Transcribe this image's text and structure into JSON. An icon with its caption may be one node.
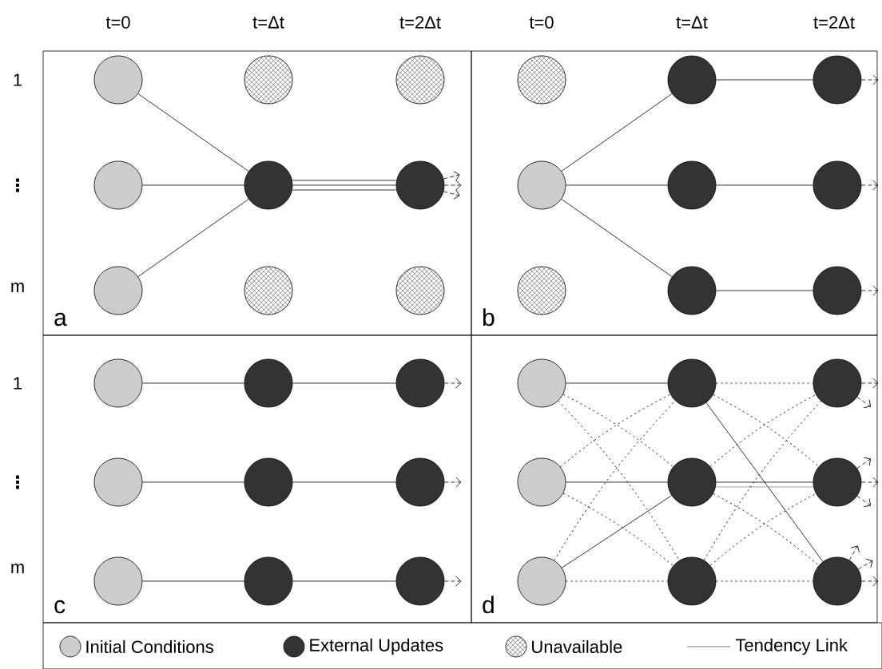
{
  "diagram": {
    "nodes": [
      {
        "text": [
          "a"
        ]
      },
      {
        "text": [
          "b"
        ]
      },
      {
        "text": [
          "c"
        ]
      },
      {
        "text": [
          "d"
        ]
      },
      {
        "text": [],
        "shape": "circle",
        "in": 0
      },
      {
        "text": [],
        "shape": "circle",
        "in": 0
      },
      {
        "text": [],
        "shape": "circle",
        "in": 0
      },
      {
        "text": [],
        "shape": "circle",
        "in": 0
      },
      {
        "text": [],
        "shape": "circle",
        "in": 0
      },
      {
        "text": [],
        "shape": "circle",
        "in": 0
      },
      {
        "text": [],
        "shape": "circle",
        "in": 0
      },
      {
        "text": [],
        "shape": "circle",
        "in": 0
      },
      {
        "text": [],
        "shape": "circle",
        "in": 0
      },
      {
        "text": [],
        "shape": "circle",
        "in": 1
      },
      {
        "text": [],
        "shape": "circle",
        "in": 1
      },
      {
        "text": [],
        "shape": "circle",
        "in": 1
      },
      {
        "text": [],
        "shape": "circle",
        "in": 1
      },
      {
        "text": [],
        "shape": "circle",
        "in": 1
      },
      {
        "text": [],
        "shape": "circle",
        "in": 1
      },
      {
        "text": [],
        "shape": "circle",
        "in": 1
      },
      {
        "text": [],
        "shape": "circle",
        "in": 1
      },
      {
        "text": [],
        "shape": "circle",
        "in": 1
      },
      {
        "text": [],
        "shape": "circle",
        "in": 2
      },
      {
        "text": [],
        "shape": "circle",
        "in": 2
      },
      {
        "text": [],
        "shape": "circle",
        "in": 2
      },
      {
        "text": [],
        "shape": "circle",
        "in": 2
      },
      {
        "text": [],
        "shape": "circle",
        "in": 2
      },
      {
        "text": [],
        "shape": "circle",
        "in": 2
      },
      {
        "text": [],
        "shape": "circle",
        "in": 2
      },
      {
        "text": [],
        "shape": "circle",
        "in": 2
      },
      {
        "text": [],
        "shape": "circle",
        "in": 2
      },
      {
        "text": [],
        "shape": "circle",
        "in": 3
      },
      {
        "text": [],
        "shape": "circle",
        "in": 3
      },
      {
        "text": [],
        "shape": "circle",
        "in": 3
      },
      {
        "text": [],
        "shape": "circle",
        "in": 3
      },
      {
        "text": [],
        "shape": "circle",
        "in": 3
      },
      {
        "text": [],
        "shape": "circle",
        "in": 3
      },
      {
        "text": [],
        "shape": "circle",
        "in": 3
      },
      {
        "text": [],
        "shape": "circle",
        "in": 3
      },
      {
        "text": [],
        "shape": "circle",
        "in": 3
      }
    ],
    "edges": [
      {
        "from": 4,
        "to": 8,
        "arrow": "none"
      },
      {
        "from": 7,
        "to": 8,
        "arrow": "none"
      },
      {
        "from": 10,
        "to": 8,
        "arrow": "none"
      },
      {
        "from": 8,
        "to": 9,
        "arrow": "none"
      },
      {
        "from": 8,
        "to": 9,
        "arrow": "none"
      },
      {
        "from": 8,
        "to": 9,
        "arrow": "none"
      },
      {
        "from": 9,
        "to": null,
        "arrow": "to",
        "style": "dashed"
      },
      {
        "from": 9,
        "to": null,
        "arrow": "to",
        "style": "dashed"
      },
      {
        "from": 9,
        "to": null,
        "arrow": "to",
        "style": "dashed"
      },
      {
        "from": 16,
        "to": 14,
        "arrow": "none"
      },
      {
        "from": 16,
        "to": 17,
        "arrow": "none"
      },
      {
        "from": 16,
        "to": 20,
        "arrow": "none"
      },
      {
        "from": 14,
        "to": 15,
        "arrow": "none"
      },
      {
        "from": 17,
        "to": 18,
        "arrow": "none"
      },
      {
        "from": 20,
        "to": 21,
        "arrow": "none"
      },
      {
        "from": 15,
        "to": null,
        "arrow": "to",
        "style": "dashed"
      },
      {
        "from": 18,
        "to": null,
        "arrow": "to",
        "style": "dashed"
      },
      {
        "from": 21,
        "to": null,
        "arrow": "to",
        "style": "dashed"
      },
      {
        "from": 22,
        "to": 23,
        "arrow": "none"
      },
      {
        "from": 23,
        "to": 24,
        "arrow": "none"
      },
      {
        "from": 25,
        "to": 26,
        "arrow": "none"
      },
      {
        "from": 26,
        "to": 27,
        "arrow": "none"
      },
      {
        "from": 28,
        "to": 29,
        "arrow": "none"
      },
      {
        "from": 29,
        "to": 30,
        "arrow": "none"
      },
      {
        "from": 24,
        "to": null,
        "arrow": "to",
        "style": "dashed"
      },
      {
        "from": 27,
        "to": null,
        "arrow": "to",
        "style": "dashed"
      },
      {
        "from": 30,
        "to": null,
        "arrow": "to",
        "style": "dashed"
      },
      {
        "from": 31,
        "to": 32,
        "arrow": "none"
      },
      {
        "from": 34,
        "to": 35,
        "arrow": "none"
      },
      {
        "from": 37,
        "to": 35,
        "arrow": "none"
      },
      {
        "from": 32,
        "to": 39,
        "arrow": "none"
      },
      {
        "from": 35,
        "to": 36,
        "arrow": "none"
      },
      {
        "from": 35,
        "to": 36,
        "arrow": "none",
        "color": "#888888"
      },
      {
        "from": 31,
        "to": 35,
        "arrow": "none",
        "style": "dashed"
      },
      {
        "from": 31,
        "to": 38,
        "arrow": "none",
        "style": "dashed"
      },
      {
        "from": 34,
        "to": 32,
        "arrow": "none",
        "style": "dashed"
      },
      {
        "from": 34,
        "to": 38,
        "arrow": "none",
        "style": "dashed"
      },
      {
        "from": 37,
        "to": 32,
        "arrow": "none",
        "style": "dashed"
      },
      {
        "from": 37,
        "to": 38,
        "arrow": "none",
        "style": "dashed"
      },
      {
        "from": 32,
        "to": 33,
        "arrow": "none",
        "style": "dashed"
      },
      {
        "from": 32,
        "to": 36,
        "arrow": "none",
        "style": "dashed"
      },
      {
        "from": 35,
        "to": 33,
        "arrow": "none",
        "style": "dashed"
      },
      {
        "from": 35,
        "to": 39,
        "arrow": "none",
        "style": "dashed"
      },
      {
        "from": 38,
        "to": 33,
        "arrow": "none",
        "style": "dashed"
      },
      {
        "from": 38,
        "to": 36,
        "arrow": "none",
        "style": "dashed"
      },
      {
        "from": 38,
        "to": 39,
        "arrow": "none",
        "style": "dashed"
      },
      {
        "from": 33,
        "to": null,
        "arrow": "to",
        "style": "dashed"
      },
      {
        "from": 33,
        "to": null,
        "arrow": "to",
        "style": "dashed"
      },
      {
        "from": 36,
        "to": null,
        "arrow": "to",
        "style": "dashed"
      },
      {
        "from": 36,
        "to": null,
        "arrow": "to",
        "style": "dashed"
      },
      {
        "from": 36,
        "to": null,
        "arrow": "to",
        "style": "dashed"
      },
      {
        "from": 39,
        "to": null,
        "arrow": "to",
        "style": "dashed"
      },
      {
        "from": 39,
        "to": null,
        "arrow": "to",
        "style": "dashed"
      },
      {
        "from": 39,
        "to": null,
        "arrow": "to",
        "style": "dashed"
      }
    ],
    "labels": [
      "t=0",
      "t=Δt",
      "t=2Δt",
      "t=0",
      "t=Δt",
      "t=2Δt",
      "1",
      "⋮",
      "m",
      "1",
      "⋮",
      "m"
    ],
    "legend": [
      {
        "text": "Initial Conditions"
      },
      {
        "text": "External Updates"
      },
      {
        "text": "Unavailable"
      },
      {
        "text": "Tendency Link"
      }
    ]
  }
}
